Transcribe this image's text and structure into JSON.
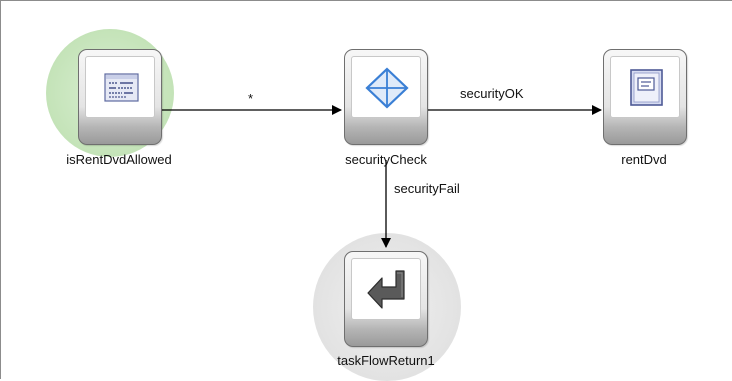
{
  "nodes": {
    "is_rent_dvd_allowed": {
      "label": "isRentDvdAllowed",
      "icon": "method-call-icon",
      "default_activity": true
    },
    "security_check": {
      "label": "securityCheck",
      "icon": "router-icon"
    },
    "rent_dvd": {
      "label": "rentDvd",
      "icon": "view-icon"
    },
    "task_flow_return": {
      "label": "taskFlowReturn1",
      "icon": "task-flow-return-icon"
    }
  },
  "edges": {
    "wildcard": {
      "label": "*"
    },
    "security_ok": {
      "label": "securityOK"
    },
    "security_fail": {
      "label": "securityFail"
    }
  },
  "colors": {
    "default_activity_halo": "#c4e3b8",
    "return_halo": "#e2e2e2",
    "router_blue": "#3a7fd5",
    "edge": "#000000"
  }
}
